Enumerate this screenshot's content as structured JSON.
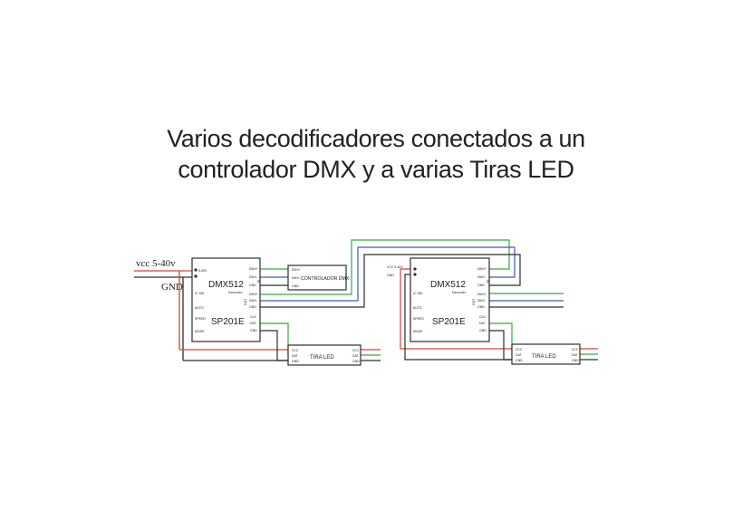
{
  "title": {
    "line1": "Varios decodificadores conectados a un",
    "line2": "controlador DMX y a varias Tiras LED"
  },
  "supply": {
    "vcc": "vcc 5-40v",
    "gnd": "GND"
  },
  "decoder": {
    "model": "DMX512",
    "sub": "Decoder",
    "chip": "SP201E",
    "power_pin": "5-40V",
    "left_pins": [
      "IC SEL",
      "AUTO",
      "SPEED",
      "MODE"
    ],
    "in_pins": [
      "DMX+",
      "DMX-",
      "GND"
    ],
    "out_pins": [
      "DMX+",
      "DMX-",
      "GND"
    ],
    "led_pins": [
      "CLK",
      "DAT",
      "GND"
    ],
    "in_label": "IN",
    "out_label": "OUT"
  },
  "decoder2_power": {
    "vcc": "VCC 5-40V",
    "gnd": "GND"
  },
  "controller": {
    "label": "CONTROLADOR DMX",
    "pins": [
      "DMX+",
      "DMX-",
      "GND"
    ]
  },
  "strip": {
    "label": "TIRA LED",
    "in_pins": [
      "VCC",
      "DAT",
      "GND"
    ],
    "out_pins": [
      "VCC",
      "DAT",
      "GND"
    ]
  },
  "colors": {
    "red": "#d8413a",
    "green": "#3aa845",
    "blue": "#4157b8",
    "dark": "#2d2d2d"
  }
}
